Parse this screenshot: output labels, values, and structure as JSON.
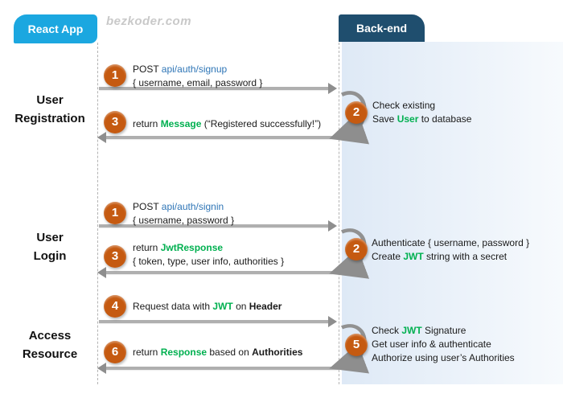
{
  "watermark": "bezkoder.com",
  "actors": {
    "left": "React App",
    "right": "Back-end"
  },
  "colors": {
    "react_blue": "#1BA7E0",
    "backend_navy": "#1F4E6E",
    "step_orange": "#C55A11",
    "keyword_green": "#00B050",
    "endpoint_blue": "#2E75B6",
    "arrow_gray": "#AFAFAF",
    "arrowhead_gray": "#8E8E8E",
    "panel_blue_left": "#DEE9F6",
    "panel_blue_right": "#F7FAFD"
  },
  "sections": [
    {
      "line1": "User",
      "line2": "Registration"
    },
    {
      "line1": "User",
      "line2": "Login"
    },
    {
      "line1": "Access",
      "line2": "Resource"
    }
  ],
  "steps": {
    "reg_request": {
      "num": "1",
      "method": "POST ",
      "endpoint": "api/auth/signup",
      "payload": "{ username, email, password }"
    },
    "reg_process": {
      "num": "2",
      "line1": "Check existing",
      "line2_pre": "Save ",
      "line2_key": "User",
      "line2_post": " to database"
    },
    "reg_response": {
      "num": "3",
      "pre": "return ",
      "key": "Message",
      "post": " (“Registered successfully!”)"
    },
    "login_request": {
      "num": "1",
      "method": "POST ",
      "endpoint": "api/auth/signin",
      "payload": "{ username, password }"
    },
    "login_process": {
      "num": "2",
      "line1": "Authenticate { username, password }",
      "line2_pre": "Create ",
      "line2_key": "JWT",
      "line2_post": " string with a secret"
    },
    "login_response": {
      "num": "3",
      "pre": "return ",
      "key": "JwtResponse",
      "payload": "{ token, type, user info, authorities }"
    },
    "access_request": {
      "num": "4",
      "pre": "Request  data with ",
      "key": "JWT",
      "mid": " on ",
      "emph": "Header"
    },
    "access_process": {
      "num": "5",
      "line1_pre": "Check ",
      "line1_key": "JWT",
      "line1_post": " Signature",
      "line2": "Get user info & authenticate",
      "line3": "Authorize using user’s Authorities"
    },
    "access_response": {
      "num": "6",
      "pre": "return ",
      "key": "Response",
      "mid": " based on ",
      "emph": "Authorities"
    }
  }
}
